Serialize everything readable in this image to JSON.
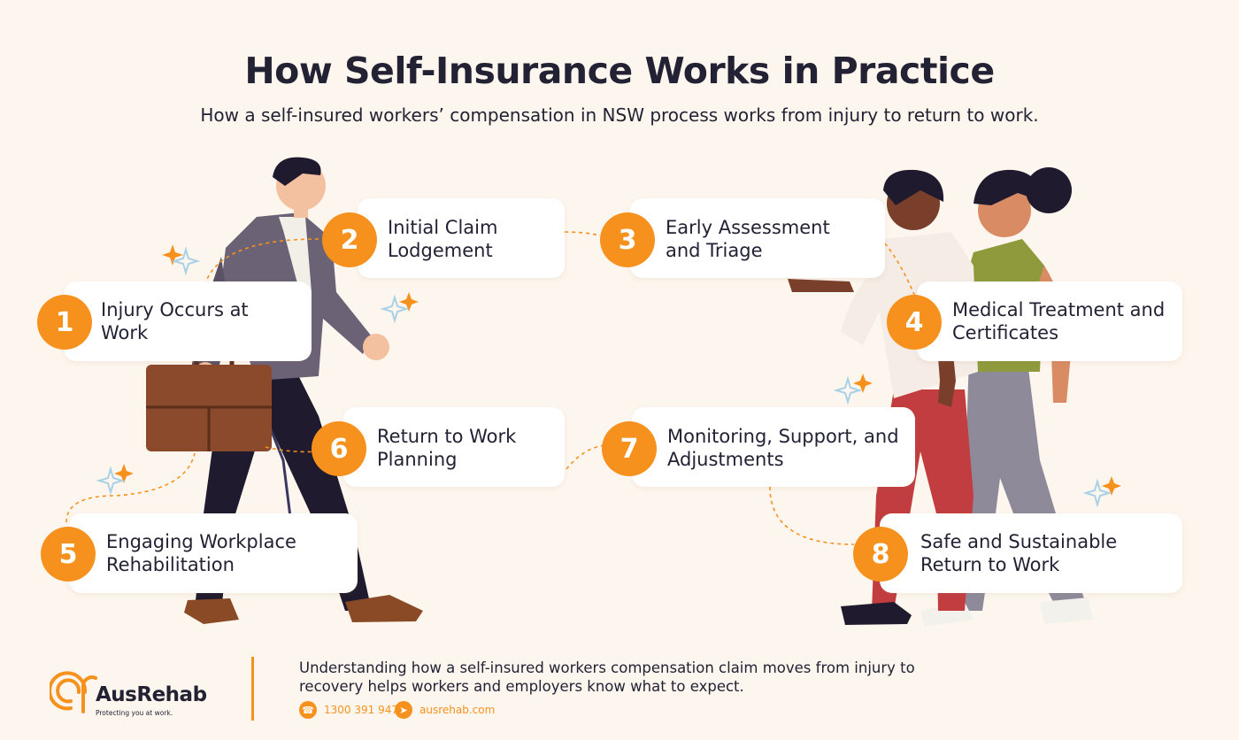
{
  "header": {
    "title": "How Self-Insurance Works in Practice",
    "subtitle": "How a self-insured workers’ compensation in NSW process works from injury to return to work."
  },
  "steps": [
    {
      "number": "1",
      "label": "Injury Occurs at Work"
    },
    {
      "number": "2",
      "label": "Initial Claim Lodgement"
    },
    {
      "number": "3",
      "label": "Early Assessment and Triage"
    },
    {
      "number": "4",
      "label": "Medical Treatment and Certificates"
    },
    {
      "number": "5",
      "label": "Engaging Workplace Rehabilitation"
    },
    {
      "number": "6",
      "label": "Return to Work Planning"
    },
    {
      "number": "7",
      "label": "Monitoring, Support, and Adjustments"
    },
    {
      "number": "8",
      "label": "Safe and Sustainable Return to Work"
    }
  ],
  "footer": {
    "brand": "AusRehab",
    "tagline": "Protecting you at work.",
    "description": "Understanding how a self-insured workers compensation claim moves from injury to recovery helps workers and employers know what to expect.",
    "phone": "1300 391 947",
    "website": "ausrehab.com"
  },
  "colors": {
    "background": "#fdf6ee",
    "accent": "#f7911e",
    "text": "#232235",
    "card": "#ffffff"
  },
  "icons": [
    "phone-icon",
    "send-icon",
    "sparkle-icon",
    "ausrehab-logo"
  ]
}
